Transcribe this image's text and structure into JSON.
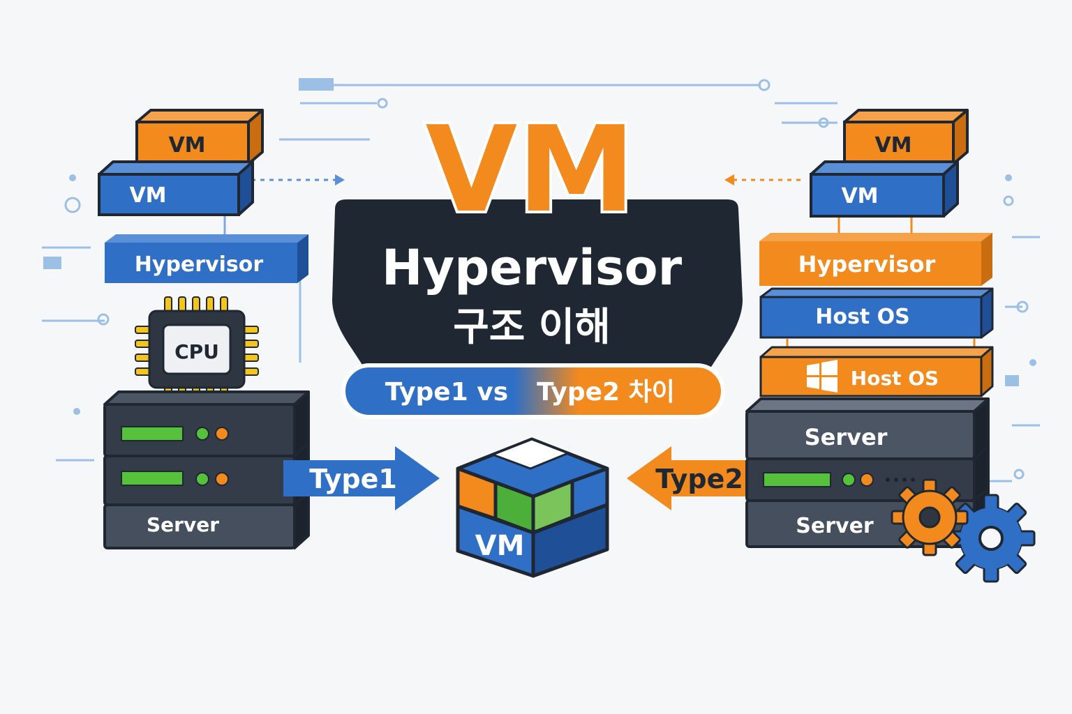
{
  "title": {
    "main": "VM",
    "sub": "Hypervisor",
    "korean": "구조 이해",
    "badge_left": "Type1 vs",
    "badge_right": "Type2 차이"
  },
  "type1": {
    "arrow_label": "Type1",
    "vm_top": "VM",
    "vm_bottom": "VM",
    "hypervisor": "Hypervisor",
    "cpu": "CPU",
    "server": "Server"
  },
  "type2": {
    "arrow_label": "Type2",
    "vm_top": "VM",
    "vm_bottom": "VM",
    "hypervisor": "Hypervisor",
    "host_os_1": "Host OS",
    "host_os_2": "Host OS",
    "server_top": "Server",
    "server_bottom": "Server"
  },
  "center": {
    "cube_label": "VM"
  },
  "colors": {
    "orange": "#f28a1e",
    "blue": "#2f6fc6",
    "navy": "#1f2733",
    "green": "#4caf3a",
    "server_dark": "#2e3642",
    "chip_yellow": "#f5c518"
  },
  "icons": [
    "cpu-chip-icon",
    "windows-logo-icon",
    "gear-icon"
  ]
}
